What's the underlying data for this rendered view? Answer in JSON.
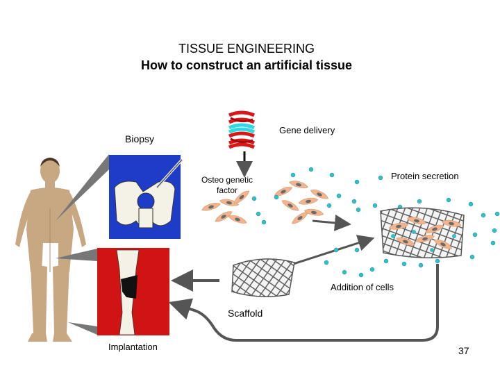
{
  "title": {
    "line1": "TISSUE ENGINEERING",
    "line2": "How to construct an artificial tissue"
  },
  "labels": {
    "biopsy": "Biopsy",
    "gene_delivery": "Gene delivery",
    "osteo_genetic_line1": "Osteo  genetic",
    "osteo_genetic_line2": "factor",
    "protein_secretion": "Protein secretion",
    "addition_of_cells": "Addition of cells",
    "scaffold": "Scaffold",
    "implantation": "Implantation"
  },
  "page_number": "37",
  "colors": {
    "skin": "#c8a882",
    "hair": "#4a3524",
    "biopsy_panel_bg": "#1f3cc8",
    "implant_panel_bg": "#d01414",
    "bone": "#f4f1e6",
    "dna_red": "#d81818",
    "dna_cyan": "#30d8e0",
    "cell": "#f0b48e",
    "cell_nucleus": "#6a6a6a",
    "protein_dot": "#30c0c8",
    "scaffold": "#666666",
    "arrow": "#555555"
  }
}
